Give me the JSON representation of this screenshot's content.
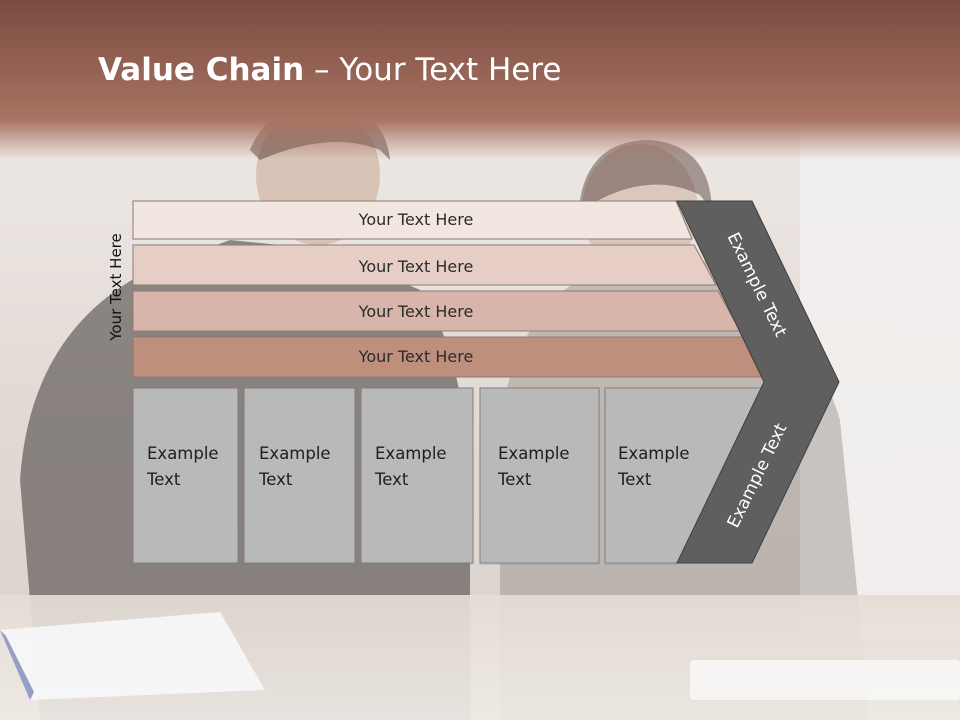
{
  "slide": {
    "title_bold": "Value Chain",
    "title_rest": " – Your Text Here",
    "side_label": "Your Text Here",
    "bars": [
      {
        "label": "Your Text Here",
        "color": "#f2e6e1"
      },
      {
        "label": "Your Text Here",
        "color": "#e6cec6"
      },
      {
        "label": "Your Text Here",
        "color": "#d8b5aa"
      },
      {
        "label": "Your Text Here",
        "color": "#bf8f7e"
      }
    ],
    "boxes": [
      {
        "line1": "Example",
        "line2": "Text"
      },
      {
        "line1": "Example",
        "line2": "Text"
      },
      {
        "line1": "Example",
        "line2": "Text"
      },
      {
        "line1": "Example",
        "line2": "Text"
      },
      {
        "line1": "Example",
        "line2": "Text"
      }
    ],
    "arrow_upper_label": "Example Text",
    "arrow_lower_label": "Example Text",
    "colors": {
      "header_band": "#9a6555",
      "box_fill": "#b9b9b9",
      "arrow_fill": "#5f5f5f"
    }
  }
}
